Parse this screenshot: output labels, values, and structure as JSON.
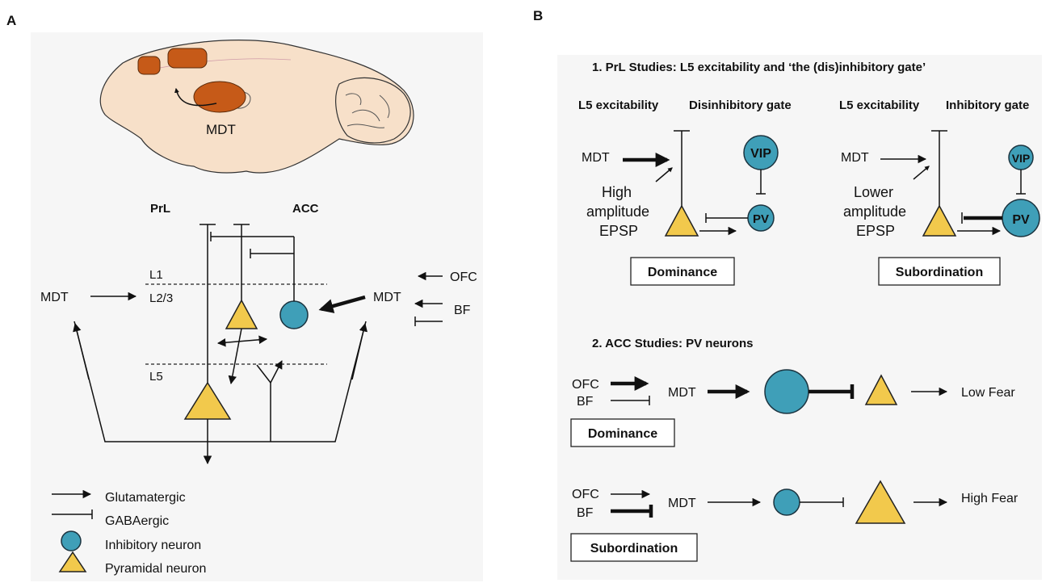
{
  "panel_a": {
    "label": "A",
    "brain_label": "MDT",
    "region_prl": "PrL",
    "region_acc": "ACC",
    "layers": [
      "L1",
      "L2/3",
      "L5"
    ],
    "inputs_left": "MDT",
    "inputs_right": "MDT",
    "ofc": "OFC",
    "bf": "BF",
    "legend": {
      "glutamatergic": "Glutamatergic",
      "gabaergic": "GABAergic",
      "inhibitory": "Inhibitory neuron",
      "pyramidal": "Pyramidal neuron"
    }
  },
  "panel_b": {
    "label": "B",
    "section1_title": "1. PrL Studies: L5 excitability and ‘the (dis)inhibitory gate’",
    "left": {
      "heading_left": "L5 excitability",
      "heading_right": "Disinhibitory gate",
      "mdt": "MDT",
      "epsp_lines": [
        "High",
        "amplitude",
        "EPSP"
      ],
      "vip": "VIP",
      "pv": "PV",
      "status": "Dominance"
    },
    "right": {
      "heading_left": "L5 excitability",
      "heading_right": "Inhibitory gate",
      "mdt": "MDT",
      "epsp_lines": [
        "Lower",
        "amplitude",
        "EPSP"
      ],
      "vip": "VIP",
      "pv": "PV",
      "status": "Subordination"
    },
    "section2_title": "2. ACC Studies: PV neurons",
    "row1": {
      "ofc": "OFC",
      "bf": "BF",
      "mdt": "MDT",
      "outcome": "Low Fear",
      "status": "Dominance"
    },
    "row2": {
      "ofc": "OFC",
      "bf": "BF",
      "mdt": "MDT",
      "outcome": "High Fear",
      "status": "Subordination"
    }
  },
  "colors": {
    "pyramidal": "#f2c94c",
    "inhibitory": "#3f9fb8",
    "brain": "#f7e0c9",
    "region": "#c65a18"
  }
}
